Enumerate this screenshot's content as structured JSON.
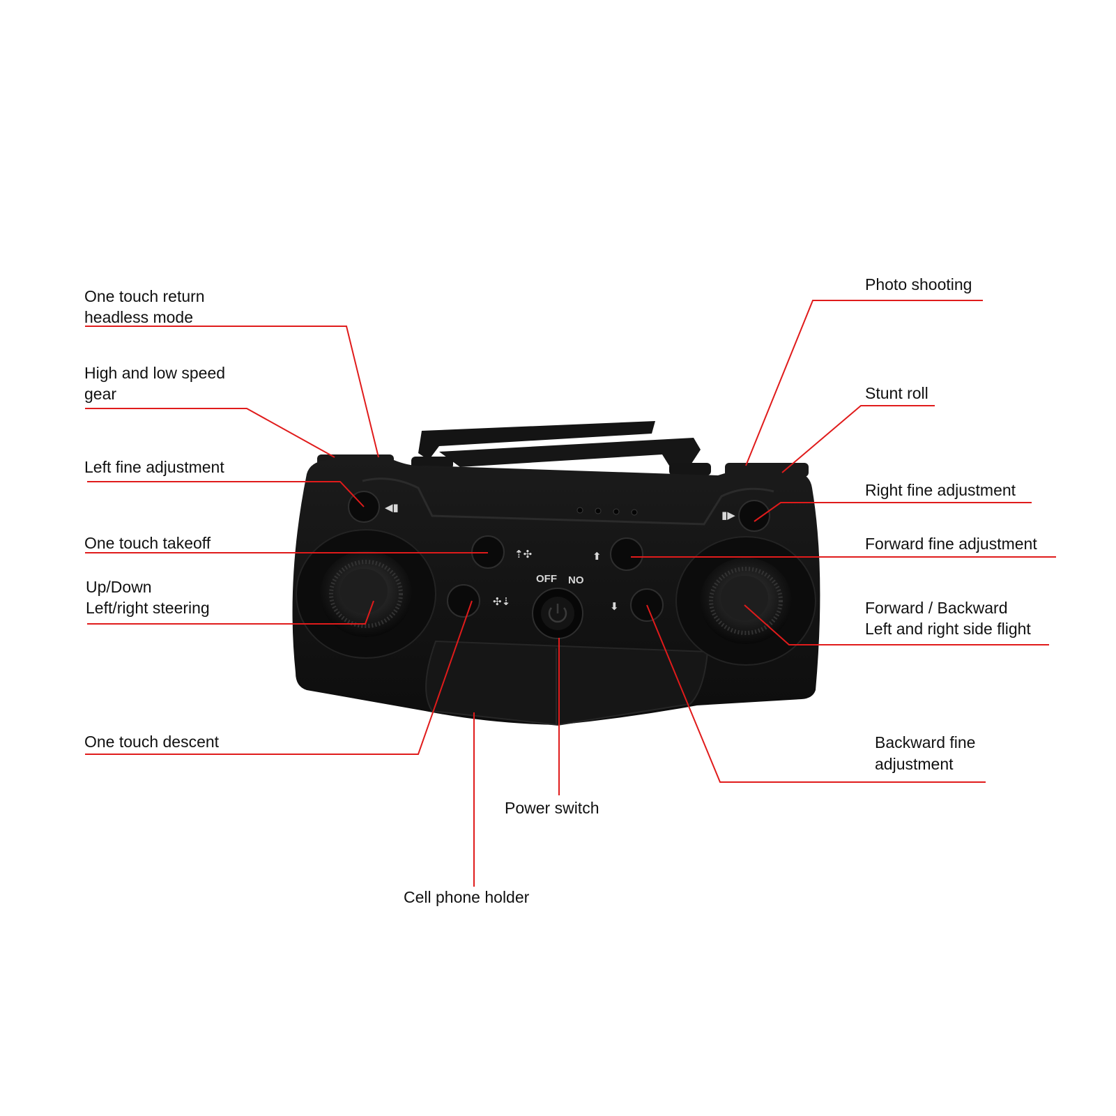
{
  "colors": {
    "leader_line": "#e01b1b",
    "controller_body": "#111111",
    "label_text": "#111111",
    "background": "#ffffff"
  },
  "controller": {
    "power_off_label": "OFF",
    "power_on_label": "NO",
    "icons": [
      "rotate-left-icon",
      "rotate-right-icon",
      "takeoff-icon",
      "landing-icon",
      "arrow-up-icon",
      "arrow-down-icon",
      "power-icon"
    ]
  },
  "labels": {
    "headless_line1": "One touch return",
    "headless_line2": "headless mode",
    "speed_line1": "High and low speed",
    "speed_line2": "gear",
    "left_fine": "Left fine adjustment",
    "takeoff": "One touch takeoff",
    "updown_line1": "Up/Down",
    "updown_line2": "Left/right steering",
    "descent": "One touch descent",
    "photo": "Photo shooting",
    "stunt": "Stunt roll",
    "right_fine": "Right fine adjustment",
    "forward_fine": "Forward fine adjustment",
    "fwd_back_line1": "Forward / Backward",
    "fwd_back_line2": "Left and right side flight",
    "backward_fine_line1": "Backward fine",
    "backward_fine_line2": "adjustment",
    "power": "Power switch",
    "phone_holder": "Cell phone holder"
  }
}
